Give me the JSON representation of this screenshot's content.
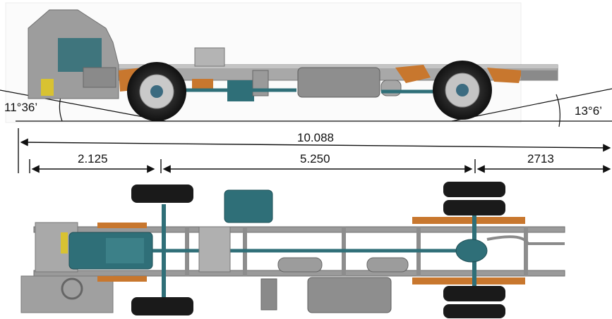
{
  "angles": {
    "front_approach": "11°36’",
    "rear_departure": "13°6’"
  },
  "dimensions": {
    "overall_length": "10.088",
    "front_overhang": "2.125",
    "wheelbase": "5.250",
    "rear_overhang": "2713"
  },
  "colors": {
    "frame_gray": "#9a9a9a",
    "frame_dark": "#6e6e6e",
    "accent_orange": "#c8772e",
    "engine_teal": "#2f6f78",
    "tire_black": "#1a1a1a",
    "hub_teal": "#3b6b80",
    "line_black": "#111111"
  }
}
